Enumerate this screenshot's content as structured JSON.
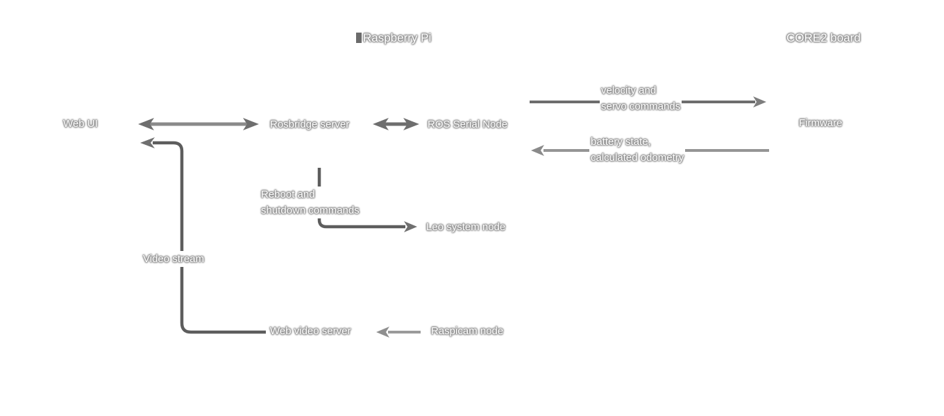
{
  "sections": {
    "raspberry_pi": "Raspberry Pi",
    "core2_board": "CORE2 board"
  },
  "nodes": {
    "web_ui": "Web UI",
    "rosbridge_server": "Rosbridge server",
    "ros_serial_node": "ROS Serial Node",
    "firmware": "Firmware",
    "leo_system_node": "Leo system node",
    "web_video_server": "Web video server",
    "raspicam_node": "Raspicam node"
  },
  "edge_labels": {
    "velocity_line1": "velocity and",
    "velocity_line2": "servo commands",
    "battery_line1": "battery state,",
    "battery_line2": "calculated odometry",
    "reboot_line1": "Reboot and",
    "reboot_line2": "shutdown commands",
    "video_stream": "Video stream"
  },
  "connections": [
    {
      "from": "Web UI",
      "to": "Rosbridge server",
      "direction": "bidirectional",
      "label": ""
    },
    {
      "from": "Rosbridge server",
      "to": "ROS Serial Node",
      "direction": "bidirectional",
      "label": ""
    },
    {
      "from": "ROS Serial Node",
      "to": "Firmware",
      "direction": "forward",
      "label": "velocity and servo commands"
    },
    {
      "from": "Firmware",
      "to": "ROS Serial Node",
      "direction": "forward",
      "label": "battery state, calculated odometry"
    },
    {
      "from": "Rosbridge server",
      "to": "Leo system node",
      "direction": "forward",
      "label": "Reboot and shutdown commands"
    },
    {
      "from": "Web video server",
      "to": "Web UI",
      "direction": "forward",
      "label": "Video stream"
    },
    {
      "from": "Raspicam node",
      "to": "Web video server",
      "direction": "forward",
      "label": ""
    }
  ],
  "colors": {
    "background": "#ffffff",
    "text_fill": "#ffffff",
    "text_halo": "#8c8c8c",
    "edge_mid_gray": "#6e6e6e",
    "edge_light_gray": "#959595",
    "edge_dark_gray": "#5d5d5d",
    "double_arrow_line": "#8a8a8a"
  }
}
